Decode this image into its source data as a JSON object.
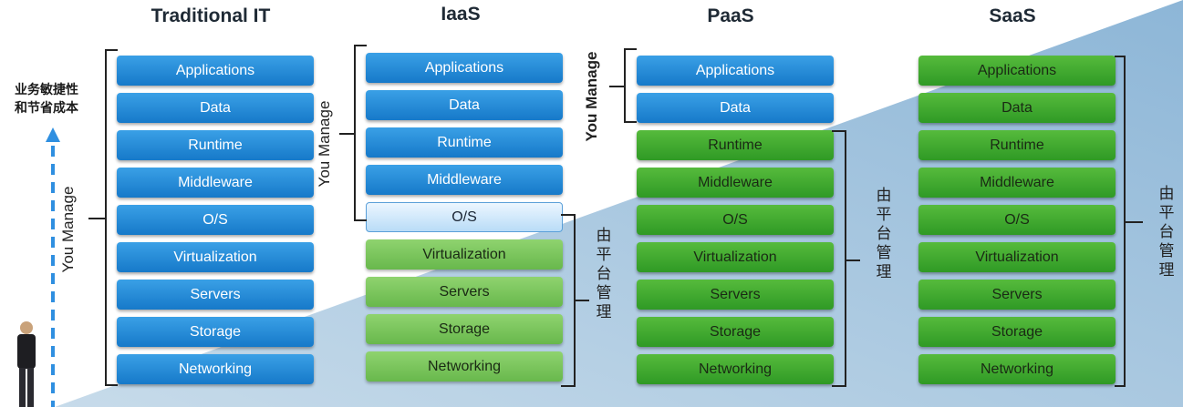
{
  "columns": [
    {
      "title": "Traditional IT",
      "layers": [
        "Applications",
        "Data",
        "Runtime",
        "Middleware",
        "O/S",
        "Virtualization",
        "Servers",
        "Storage",
        "Networking"
      ]
    },
    {
      "title": "IaaS",
      "layers": [
        "Applications",
        "Data",
        "Runtime",
        "Middleware",
        "O/S",
        "Virtualization",
        "Servers",
        "Storage",
        "Networking"
      ]
    },
    {
      "title": "PaaS",
      "layers": [
        "Applications",
        "Data",
        "Runtime",
        "Middleware",
        "O/S",
        "Virtualization",
        "Servers",
        "Storage",
        "Networking"
      ]
    },
    {
      "title": "SaaS",
      "layers": [
        "Applications",
        "Data",
        "Runtime",
        "Middleware",
        "O/S",
        "Virtualization",
        "Servers",
        "Storage",
        "Networking"
      ]
    }
  ],
  "labels": {
    "you_manage": "You Manage",
    "platform_managed": "由平台管理",
    "agility_line1": "业务敏捷性",
    "agility_line2": "和节省成本"
  },
  "colors": {
    "customer_managed": "#1f86d6",
    "platform_managed": "#39a22b",
    "background_wedge": "#9ec3e0"
  }
}
